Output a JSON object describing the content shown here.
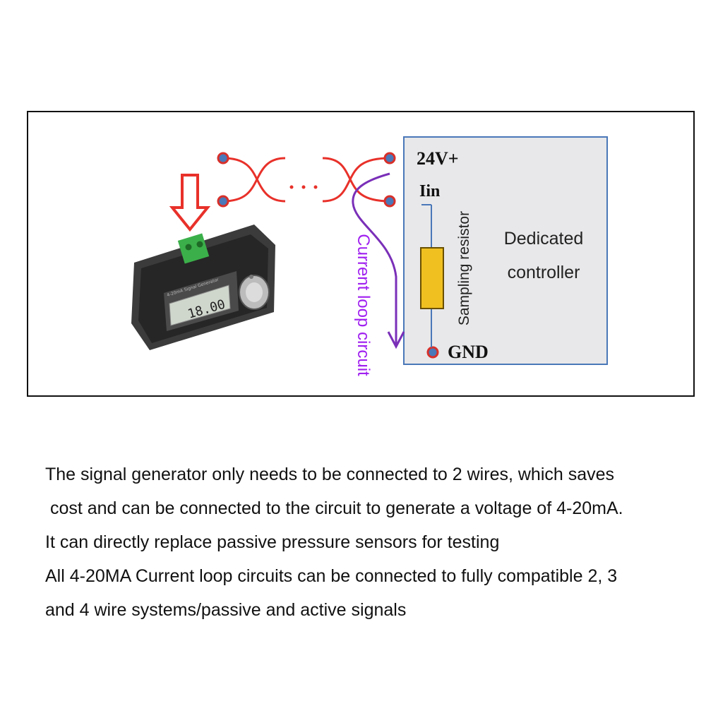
{
  "diagram": {
    "label_24v": "24V+",
    "label_iin": "Iin",
    "label_gnd": "GND",
    "label_sampling_resistor": "Sampling resistor",
    "label_controller_line1": "Dedicated",
    "label_controller_line2": "controller",
    "label_current_loop": "Current loop circuit",
    "lcd_reading": "18.00",
    "device_panel_text": "4-20mA Signal Generator"
  },
  "colors": {
    "wire": "#e8312a",
    "terminal_fill": "#4a78b8",
    "terminal_ring": "#d8302a",
    "loop_arrow": "#7a2fb8",
    "loop_text": "#a020f0",
    "controller_border": "#4a78b8",
    "controller_fill": "#e8e8ea",
    "resistor_fill": "#f0c020",
    "resistor_border": "#6a5000"
  },
  "description": {
    "line1": "The signal generator only needs to be connected to 2 wires, which saves",
    "line2": " cost and can be connected to the circuit to generate a voltage of 4-20mA.",
    "line3": "It can directly replace passive pressure sensors for testing",
    "line4": "All 4-20MA Current loop circuits can be connected to fully compatible 2, 3",
    "line5": "and 4 wire systems/passive and active signals"
  }
}
